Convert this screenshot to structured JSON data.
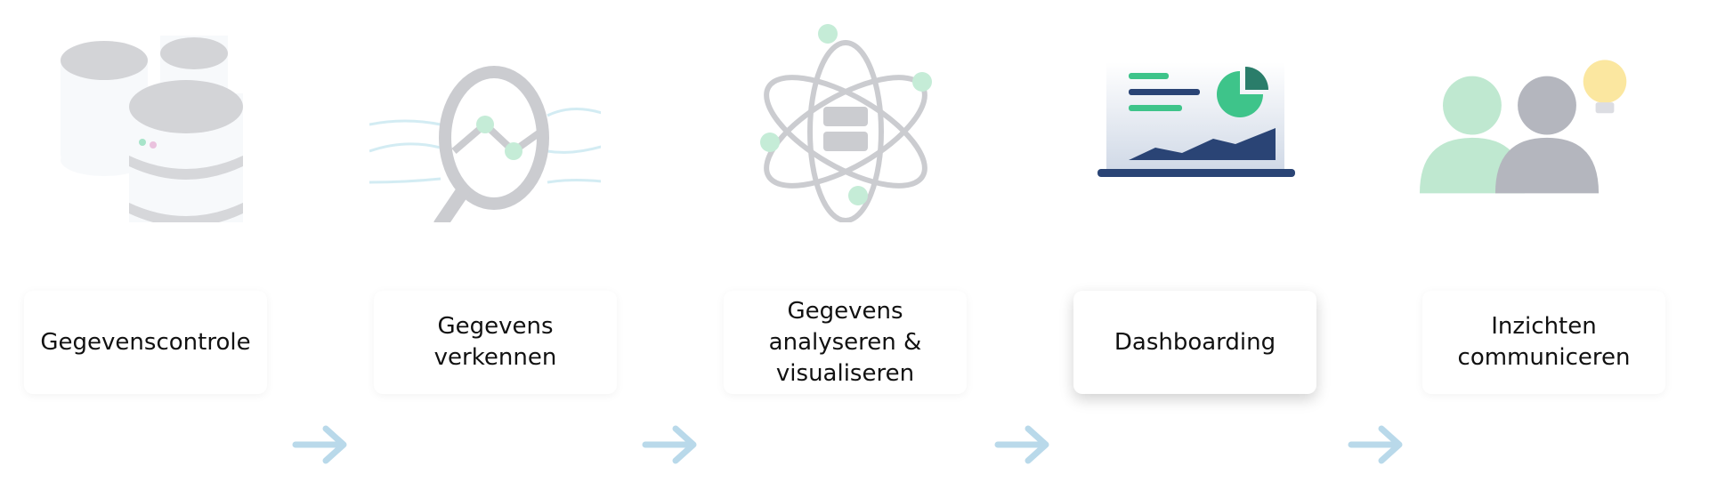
{
  "steps": [
    {
      "label": "Gegevenscontrole",
      "icon": "database-icon"
    },
    {
      "label": "Gegevens verkennen",
      "icon": "magnifier-chart-icon"
    },
    {
      "label": "Gegevens analyseren & visualiseren",
      "icon": "atom-data-icon"
    },
    {
      "label": "Dashboarding",
      "icon": "dashboard-laptop-icon",
      "active": true
    },
    {
      "label": "Inzichten communiceren",
      "icon": "people-lightbulb-icon"
    }
  ],
  "colors": {
    "arrow": "#b9d9ea",
    "accent_green": "#3ec48a",
    "navy": "#2a4475",
    "gray": "#9a9ca6"
  }
}
